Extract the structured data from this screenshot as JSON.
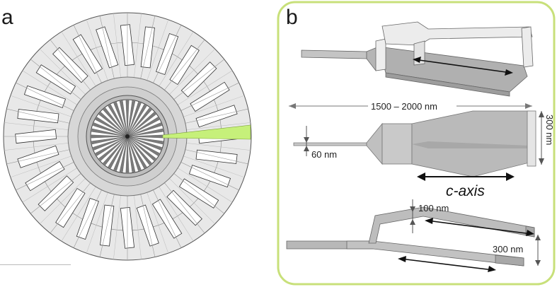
{
  "panels": {
    "a": {
      "letter": "a",
      "slot_count": 28,
      "spoke_count": 36
    },
    "b": {
      "letter": "b"
    }
  },
  "annotations": {
    "length_range": "1500 – 2000 nm",
    "width_300": "300 nm",
    "width_60": "60 nm",
    "caxis": "c-axis",
    "thickness_100": "100 nm",
    "height_300": "300 nm"
  },
  "colors": {
    "frame_border": "#c8e07a",
    "highlight": "#c6f07a",
    "surface": "#e8e8e8",
    "slot": "#ffffff",
    "outline": "#555555",
    "body_gray": "#b9b9b9",
    "dark_gray": "#9a9a9a"
  }
}
